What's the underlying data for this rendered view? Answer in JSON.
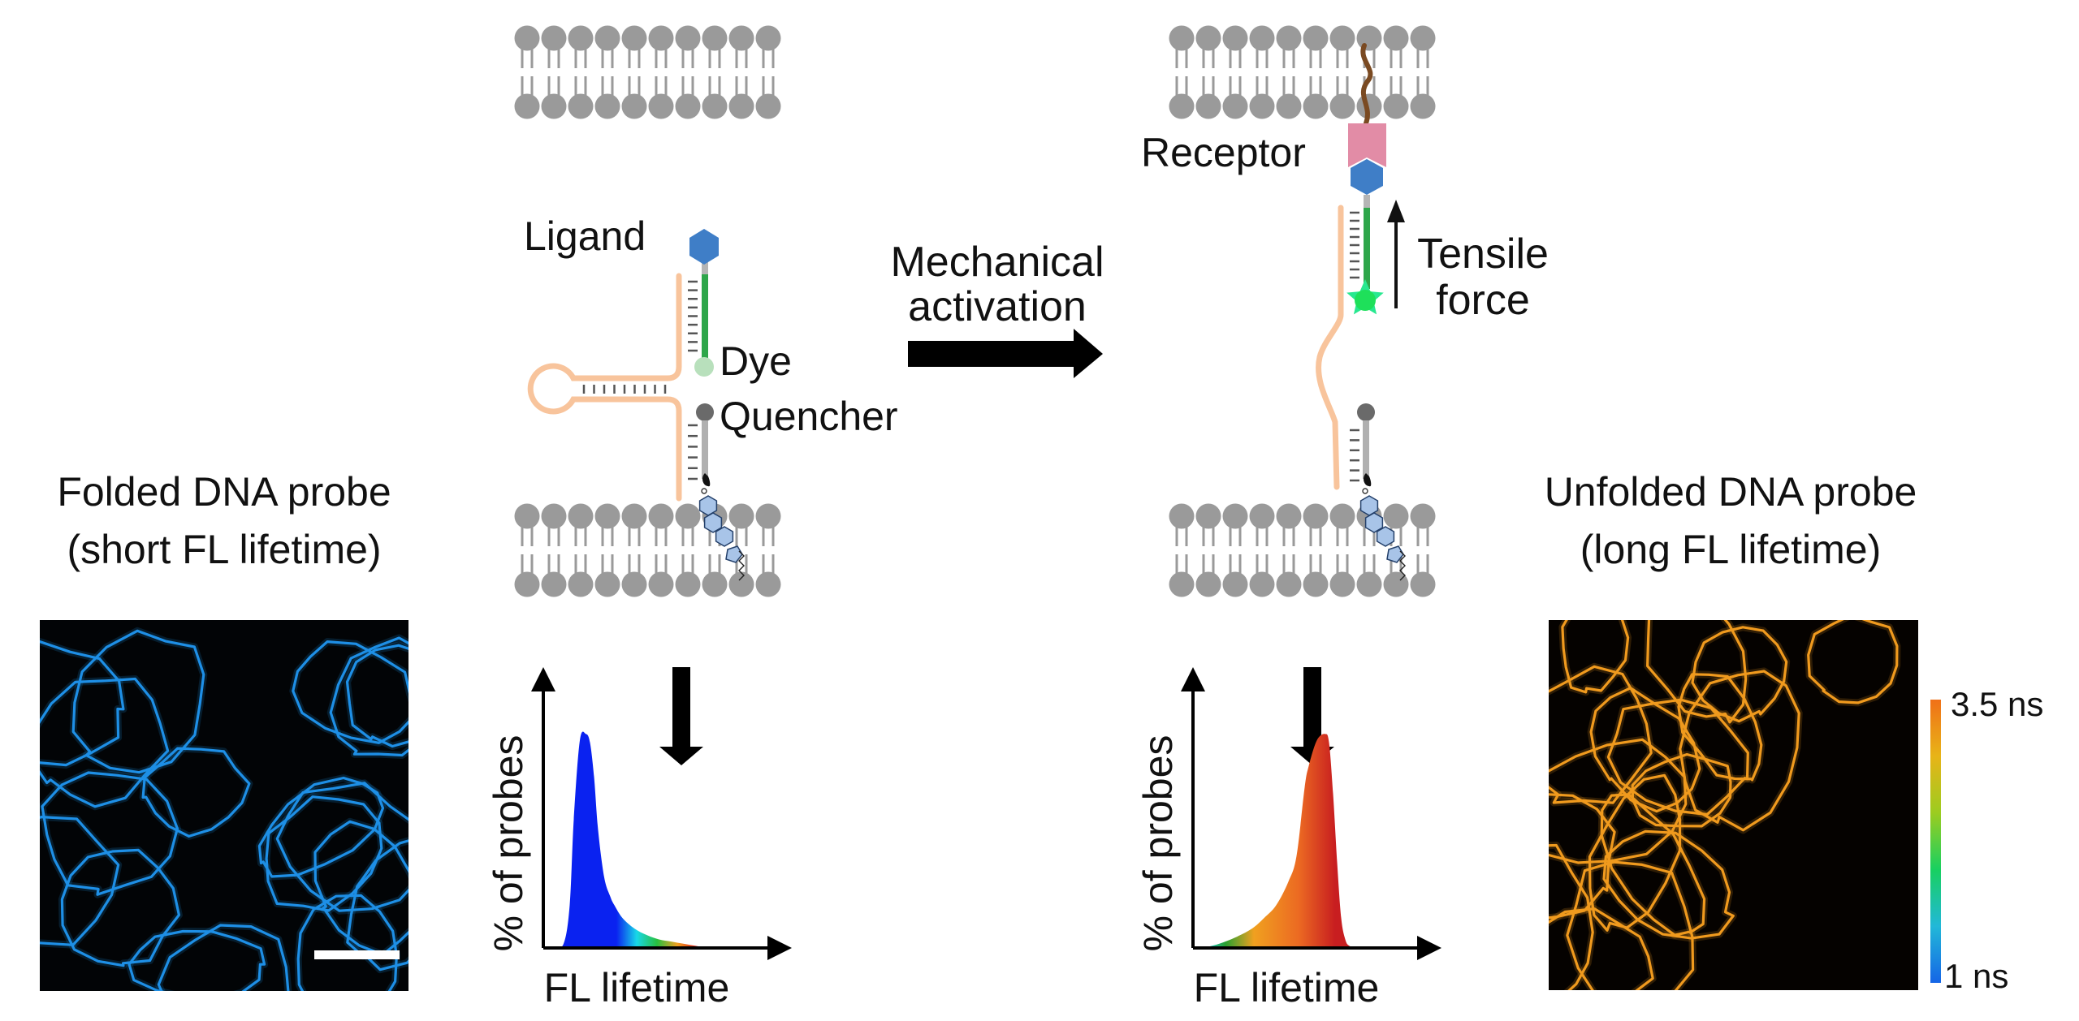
{
  "figure": {
    "labels": {
      "ligand": "Ligand",
      "dye": "Dye",
      "quencher": "Quencher",
      "mechanical_activation_line1": "Mechanical",
      "mechanical_activation_line2": "activation",
      "receptor": "Receptor",
      "tensile_force_line1": "Tensile",
      "tensile_force_line2": "force",
      "folded_title_line1": "Folded DNA probe",
      "folded_title_line2": "(short FL lifetime)",
      "unfolded_title_line1": "Unfolded DNA probe",
      "unfolded_title_line2": "(long FL lifetime)"
    },
    "colorbar": {
      "max_label": "3.5 ns",
      "min_label": "1 ns",
      "min_value_ns": 1,
      "max_value_ns": 3.5,
      "colors_bottom_to_top": [
        "#1565e6",
        "#22b8d8",
        "#18d060",
        "#9ccc20",
        "#e8b418",
        "#f07018"
      ]
    },
    "colors": {
      "membrane": "#9a9a9a",
      "ligand": "#3f7ec7",
      "receptor": "#e28ca6",
      "dna_loop_strand": "#f8c49c",
      "ligand_strand": "#2ea64a",
      "anchor_strand": "#b0b0b0",
      "dye_off": "#b8e0bc",
      "dye_on": "#1ee05a",
      "quencher": "#6a6a6a",
      "cholesterol": "#a8c4e8",
      "membrane_protein_tail": "#7a4a22",
      "folded_image_tint": "#1e8fe6",
      "unfolded_image_tint": "#f09a1e"
    }
  },
  "chart_data": [
    {
      "type": "area",
      "title": "",
      "xlabel": "FL lifetime",
      "ylabel": "% of probes",
      "state": "folded",
      "x": [
        0.0,
        0.05,
        0.08,
        0.1,
        0.13,
        0.16,
        0.18,
        0.2,
        0.22,
        0.25,
        0.28,
        0.3,
        0.34,
        0.4,
        0.46,
        0.52,
        0.58,
        0.64,
        0.7,
        0.76
      ],
      "y": [
        0.0,
        0.02,
        0.2,
        0.6,
        0.97,
        1.0,
        0.96,
        0.8,
        0.55,
        0.33,
        0.24,
        0.2,
        0.14,
        0.09,
        0.06,
        0.04,
        0.03,
        0.02,
        0.01,
        0.0
      ],
      "color_stops": [
        {
          "at": 0.0,
          "color": "#0a22f0"
        },
        {
          "at": 0.36,
          "color": "#0a22f0"
        },
        {
          "at": 0.46,
          "color": "#18d8e8"
        },
        {
          "at": 0.56,
          "color": "#28c040"
        },
        {
          "at": 0.66,
          "color": "#f0a020"
        },
        {
          "at": 0.76,
          "color": "#e01818"
        }
      ],
      "xlim": [
        0,
        1
      ],
      "ylim": [
        0,
        1.1
      ]
    },
    {
      "type": "area",
      "title": "",
      "xlabel": "FL lifetime",
      "ylabel": "% of probes",
      "state": "unfolded",
      "x": [
        0.0,
        0.08,
        0.16,
        0.24,
        0.3,
        0.36,
        0.42,
        0.46,
        0.5,
        0.52,
        0.56,
        0.6,
        0.62,
        0.64,
        0.66,
        0.68,
        0.7,
        0.72,
        0.76
      ],
      "y": [
        0.0,
        0.02,
        0.05,
        0.09,
        0.14,
        0.2,
        0.31,
        0.43,
        0.75,
        0.85,
        0.97,
        1.0,
        0.96,
        0.72,
        0.4,
        0.14,
        0.04,
        0.01,
        0.0
      ],
      "color_stops": [
        {
          "at": 0.0,
          "color": "#1a2ad8"
        },
        {
          "at": 0.06,
          "color": "#18d0e0"
        },
        {
          "at": 0.16,
          "color": "#28a030"
        },
        {
          "at": 0.3,
          "color": "#f0a020"
        },
        {
          "at": 0.52,
          "color": "#ec6a22"
        },
        {
          "at": 0.7,
          "color": "#c81e20"
        }
      ],
      "xlim": [
        0,
        1
      ],
      "ylim": [
        0,
        1.1
      ]
    }
  ]
}
